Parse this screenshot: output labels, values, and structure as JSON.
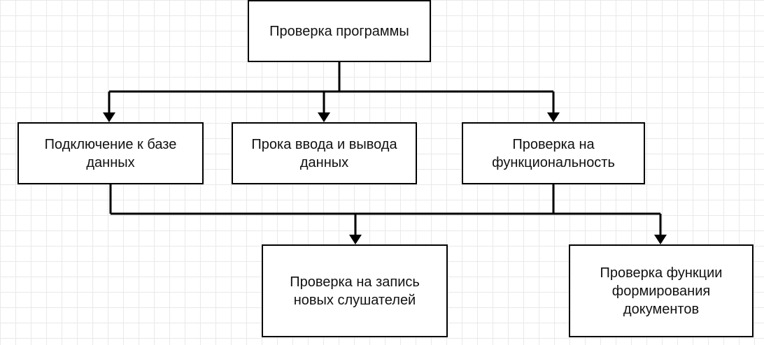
{
  "diagram": {
    "root": {
      "label": "Проверка программы"
    },
    "level2": [
      {
        "id": "db",
        "label": "Подключение к базе данных"
      },
      {
        "id": "io",
        "label": "Прока ввода и вывода данных"
      },
      {
        "id": "func",
        "label": "Проверка на функциональность"
      }
    ],
    "level3": [
      {
        "id": "record",
        "label": "Проверка на запись новых слушателей"
      },
      {
        "id": "docs",
        "label": "Проверка функции формирования документов"
      }
    ]
  }
}
